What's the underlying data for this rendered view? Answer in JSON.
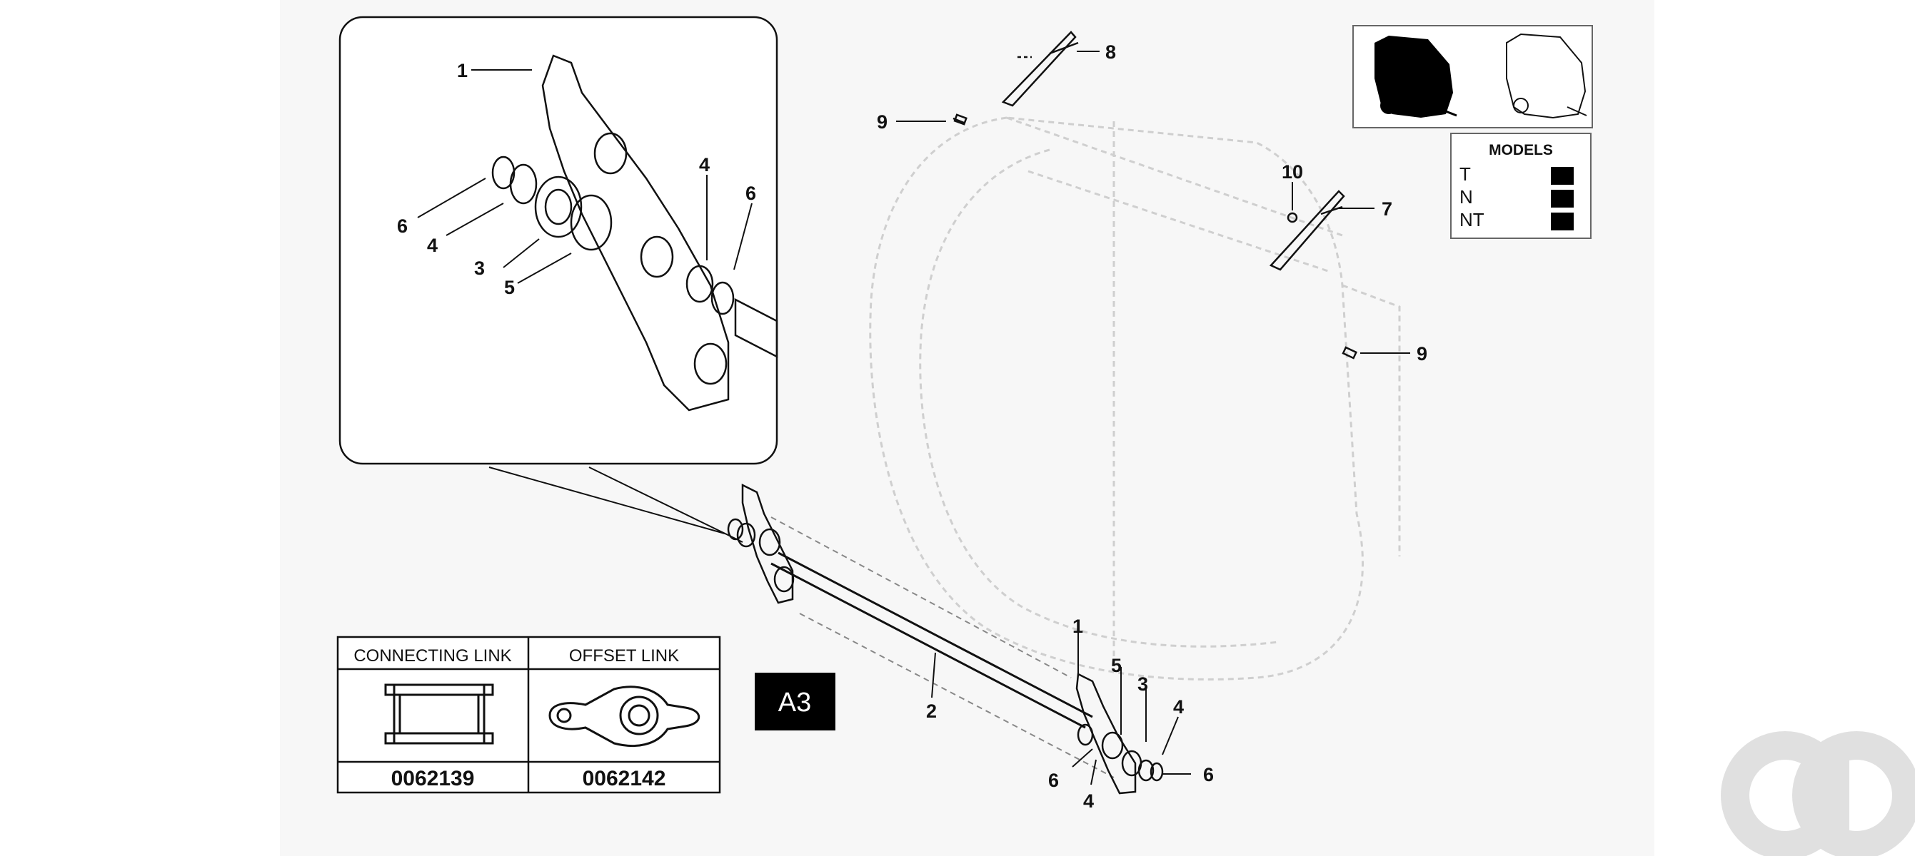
{
  "callouts": {
    "detail": [
      "1",
      "6",
      "4",
      "3",
      "5",
      "4",
      "6"
    ],
    "main": [
      "8",
      "9",
      "10",
      "7",
      "9",
      "1",
      "2",
      "5",
      "3",
      "4",
      "6",
      "4",
      "6"
    ]
  },
  "legend_table": {
    "connecting_link_header": "CONNECTING LINK",
    "offset_link_header": "OFFSET LINK",
    "connecting_link_part": "0062139",
    "offset_link_part": "0062142"
  },
  "section_code": "A3",
  "models_box": {
    "title": "MODELS",
    "rows": [
      "T",
      "N",
      "NT"
    ]
  },
  "colors": {
    "ink": "#111111",
    "faint": "#c8c8c8",
    "panel": "#f7f7f7",
    "watermark": "#e0e0e0"
  }
}
